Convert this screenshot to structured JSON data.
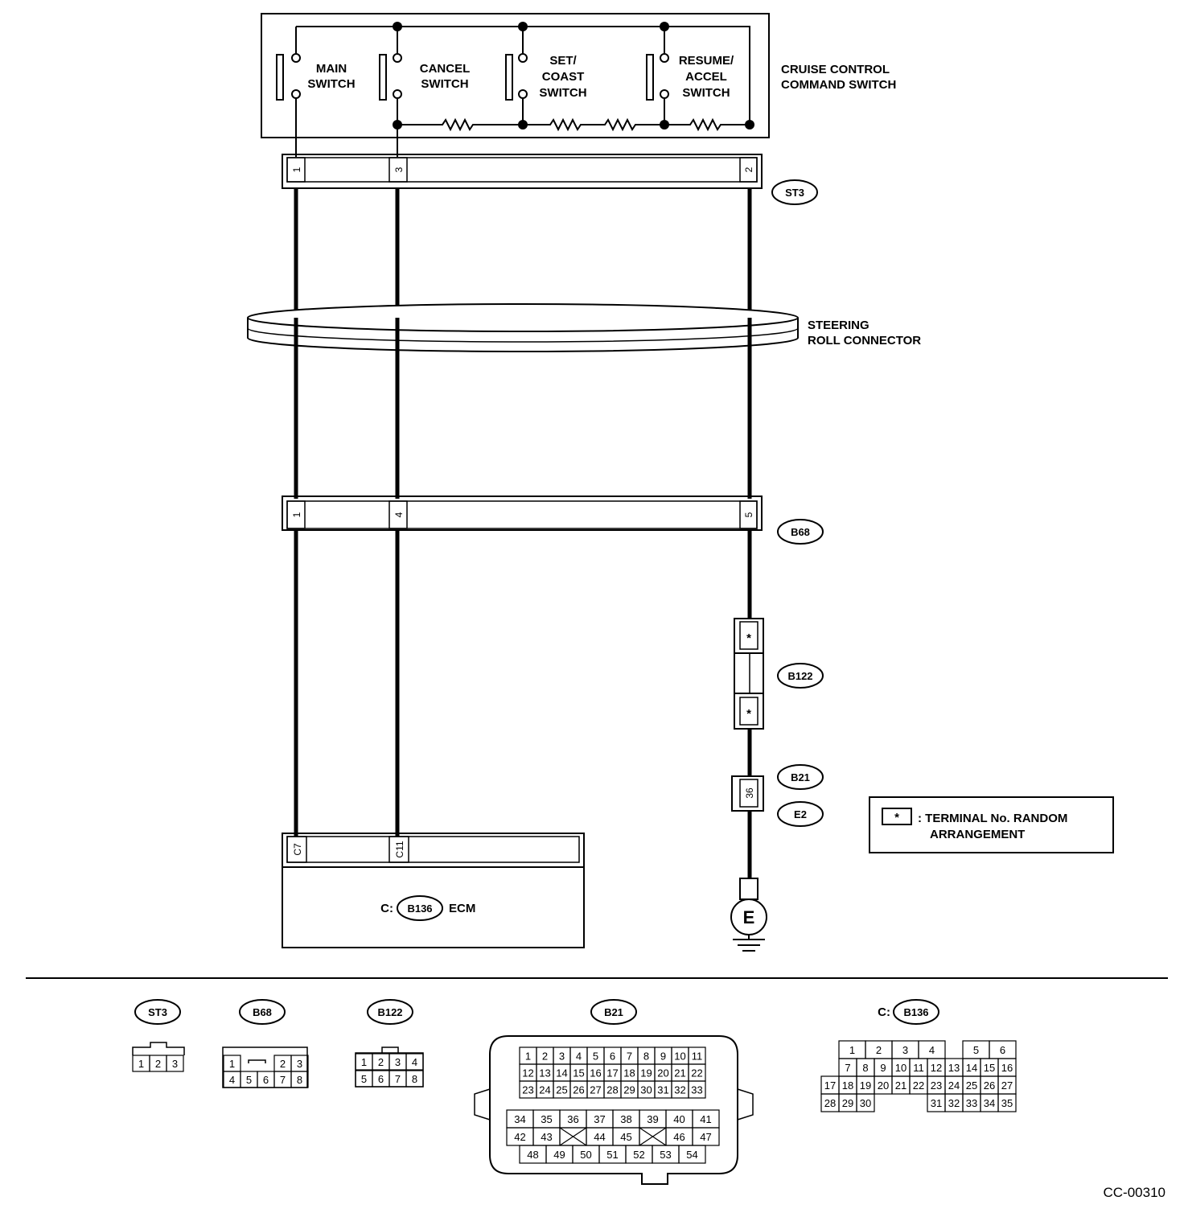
{
  "switch_assembly": {
    "title_line1": "CRUISE CONTROL",
    "title_line2": "COMMAND SWITCH",
    "switches": [
      {
        "line1": "MAIN",
        "line2": "SWITCH",
        "line3": ""
      },
      {
        "line1": "CANCEL",
        "line2": "SWITCH",
        "line3": ""
      },
      {
        "line1": "SET/",
        "line2": "COAST",
        "line3": "SWITCH"
      },
      {
        "line1": "RESUME/",
        "line2": "ACCEL",
        "line3": "SWITCH"
      }
    ]
  },
  "st3": {
    "id": "ST3",
    "pins": [
      "1",
      "3",
      "2"
    ]
  },
  "roll_connector": {
    "line1": "STEERING",
    "line2": "ROLL CONNECTOR"
  },
  "b68": {
    "id": "B68",
    "pins": [
      "1",
      "4",
      "5"
    ]
  },
  "b122": {
    "id": "B122",
    "pin_top": "*",
    "pin_bottom": "*"
  },
  "b21": {
    "id": "B21",
    "pin": "36"
  },
  "e2": {
    "id": "E2"
  },
  "ground": {
    "label": "E"
  },
  "ecm": {
    "prefix": "C:",
    "connector": "B136",
    "name": "ECM",
    "pins": [
      "C7",
      "C11"
    ]
  },
  "legend": {
    "symbol": "*",
    "line1": ": TERMINAL No. RANDOM",
    "line2": "ARRANGEMENT"
  },
  "views": {
    "st3": {
      "id": "ST3",
      "pins": [
        "1",
        "2",
        "3"
      ]
    },
    "b68": {
      "id": "B68",
      "row1": [
        "1",
        "",
        "",
        "2",
        "3"
      ],
      "row2": [
        "4",
        "5",
        "6",
        "7",
        "8"
      ]
    },
    "b122": {
      "id": "B122",
      "row1": [
        "1",
        "2",
        "3",
        "4"
      ],
      "row2": [
        "5",
        "6",
        "7",
        "8"
      ]
    },
    "b21": {
      "id": "B21",
      "rows_top": [
        [
          "1",
          "2",
          "3",
          "4",
          "5",
          "6",
          "7",
          "8",
          "9",
          "10",
          "11"
        ],
        [
          "12",
          "13",
          "14",
          "15",
          "16",
          "17",
          "18",
          "19",
          "20",
          "21",
          "22"
        ],
        [
          "23",
          "24",
          "25",
          "26",
          "27",
          "28",
          "29",
          "30",
          "31",
          "32",
          "33"
        ]
      ],
      "rows_bottom": [
        [
          "34",
          "35",
          "36",
          "37",
          "38",
          "39",
          "40",
          "41"
        ],
        [
          "42",
          "43",
          "",
          "44",
          "45",
          "",
          "46",
          "47"
        ],
        [
          "48",
          "49",
          "50",
          "51",
          "52",
          "53",
          "54"
        ]
      ]
    },
    "b136": {
      "prefix": "C:",
      "id": "B136",
      "row1": [
        "1",
        "2",
        "3",
        "4",
        "",
        "5",
        "6"
      ],
      "row2": [
        "7",
        "8",
        "9",
        "10",
        "11",
        "12",
        "13",
        "14",
        "15",
        "16"
      ],
      "row3": [
        "17",
        "18",
        "19",
        "20",
        "21",
        "22",
        "23",
        "24",
        "25",
        "26",
        "27"
      ],
      "row4": [
        "28",
        "29",
        "30",
        "31",
        "32",
        "33",
        "34",
        "35"
      ]
    }
  },
  "diagram_code": "CC-00310"
}
